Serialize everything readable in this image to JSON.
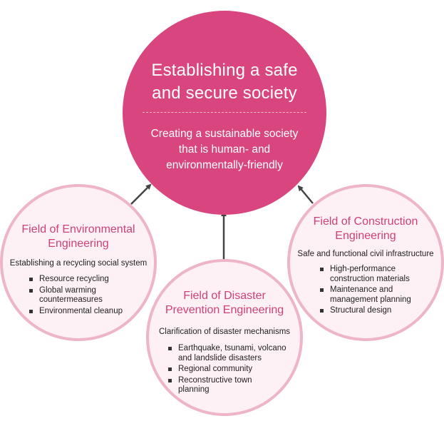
{
  "center": {
    "title_line1": "Establishing a safe",
    "title_line2": "and secure society",
    "subtitle_line1": "Creating a sustainable society",
    "subtitle_line2": "that is human- and",
    "subtitle_line3": "environmentally-friendly",
    "color": "#d9467f"
  },
  "fields": {
    "environmental": {
      "title_line1": "Field of Environmental",
      "title_line2": "Engineering",
      "subtitle": "Establishing a recycling social system",
      "items": [
        [
          "Resource recycling"
        ],
        [
          "Global warming",
          "countermeasures"
        ],
        [
          "Environmental cleanup"
        ]
      ]
    },
    "disaster": {
      "title_line1": "Field of Disaster",
      "title_line2": "Prevention Engineering",
      "subtitle": "Clarification of disaster mechanisms",
      "items": [
        [
          "Earthquake, tsunami, volcano",
          "and landslide disasters"
        ],
        [
          "Regional community"
        ],
        [
          "Reconstructive town",
          "planning"
        ]
      ]
    },
    "construction": {
      "title_line1": "Field of Construction",
      "title_line2": "Engineering",
      "subtitle": "Safe and functional civil infrastructure",
      "items": [
        [
          "High-performance",
          "construction materials"
        ],
        [
          "Maintenance and",
          "management planning"
        ],
        [
          "Structural design"
        ]
      ]
    }
  },
  "colors": {
    "field_fill": "#fdf1f5",
    "field_border": "#eeb4c9",
    "field_title": "#cf3f78",
    "arrow": "#444444"
  }
}
